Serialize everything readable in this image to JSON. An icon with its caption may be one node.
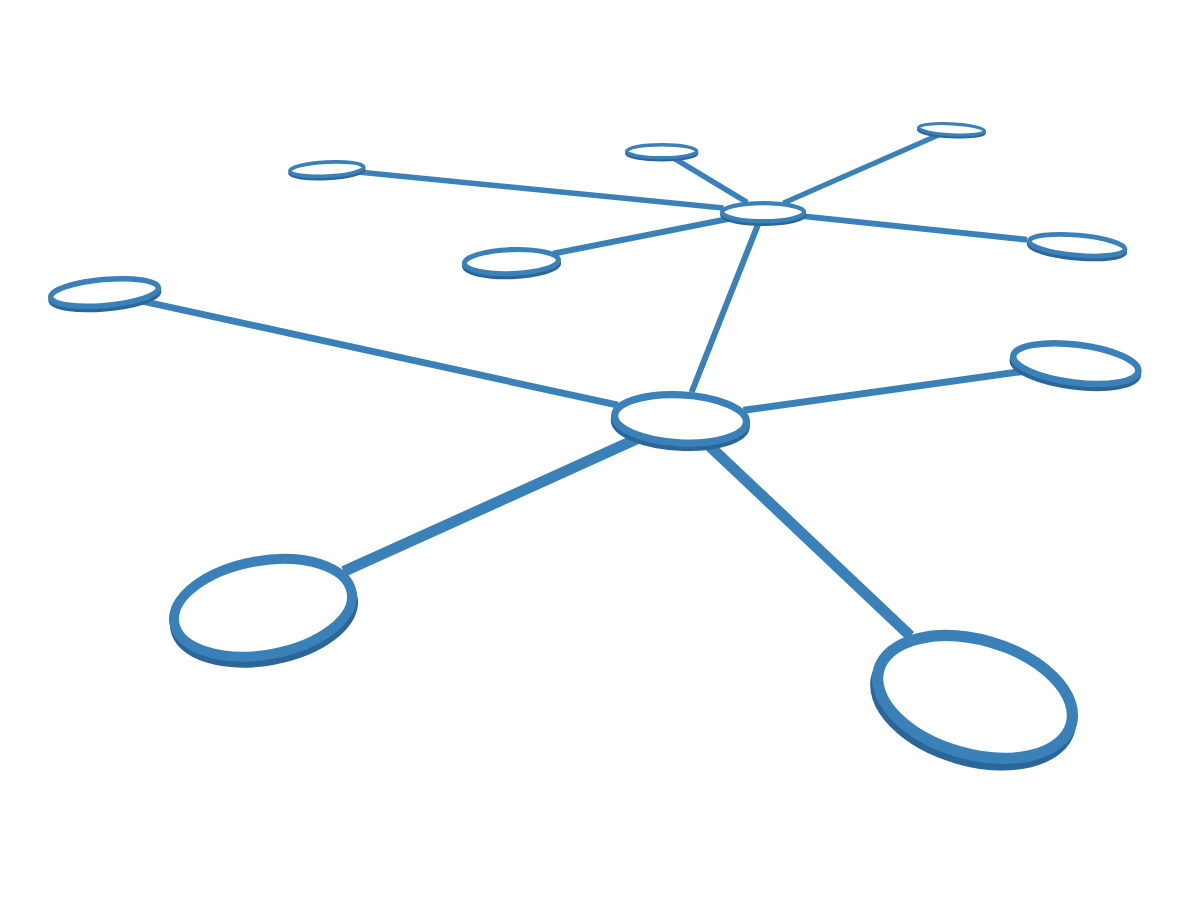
{
  "diagram": {
    "nodes": [
      {
        "text": [],
        "shape": "ellipse"
      },
      {
        "text": [],
        "shape": "ellipse"
      },
      {
        "text": [],
        "shape": "ellipse"
      },
      {
        "text": [],
        "shape": "ellipse"
      },
      {
        "text": [],
        "shape": "ellipse"
      },
      {
        "text": [],
        "shape": "ellipse"
      },
      {
        "text": [],
        "shape": "ellipse"
      },
      {
        "text": [],
        "shape": "ellipse"
      },
      {
        "text": [],
        "shape": "ellipse"
      },
      {
        "text": [],
        "shape": "ellipse"
      },
      {
        "text": [],
        "shape": "ellipse"
      }
    ],
    "edges": [
      {
        "from": 3,
        "to": 2,
        "arrow": "none"
      },
      {
        "from": 3,
        "to": 1,
        "arrow": "none"
      },
      {
        "from": 3,
        "to": 0,
        "arrow": "none"
      },
      {
        "from": 3,
        "to": 5,
        "arrow": "none"
      },
      {
        "from": 3,
        "to": 4,
        "arrow": "none"
      },
      {
        "from": 3,
        "to": 8,
        "arrow": "none"
      },
      {
        "from": 8,
        "to": 6,
        "arrow": "none"
      },
      {
        "from": 8,
        "to": 7,
        "arrow": "none"
      },
      {
        "from": 8,
        "to": 9,
        "arrow": "none",
        "style": "thick"
      },
      {
        "from": 8,
        "to": 10,
        "arrow": "none",
        "style": "thick"
      }
    ]
  }
}
